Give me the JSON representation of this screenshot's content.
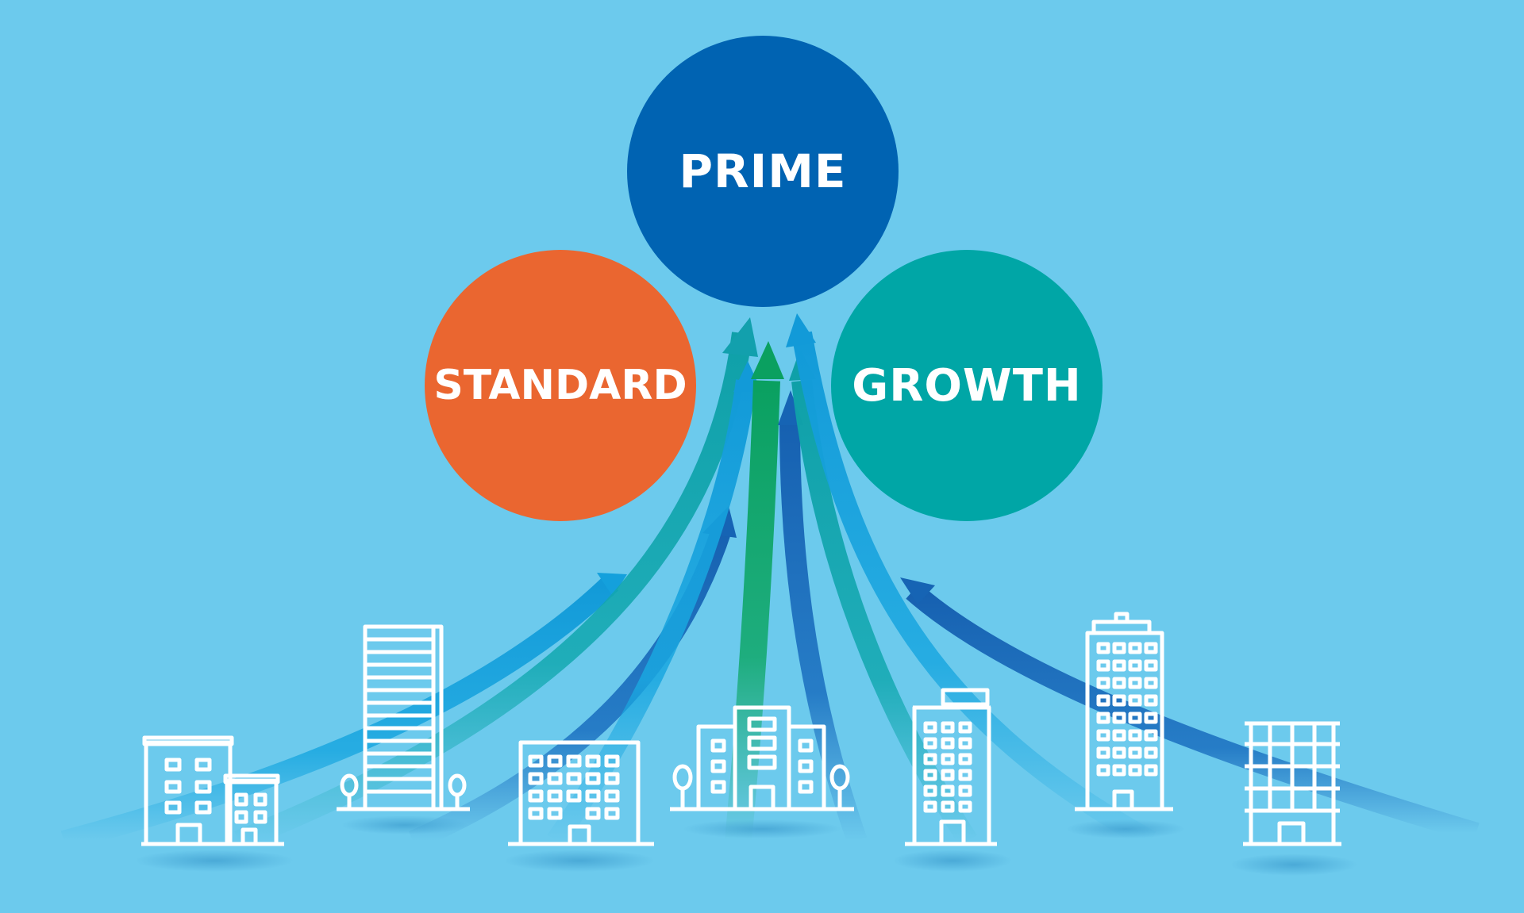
{
  "segments": {
    "prime": {
      "label": "PRIME",
      "color": "#0063b2"
    },
    "standard": {
      "label": "STANDARD",
      "color": "#ea6630"
    },
    "growth": {
      "label": "GROWTH",
      "color": "#00a6a6"
    }
  },
  "colors": {
    "background": "#6ccaed",
    "arrow_dark_blue": "#1a6fc0",
    "arrow_blue": "#1aa7e0",
    "arrow_teal": "#12a8b0",
    "arrow_green": "#10a86a",
    "building_stroke": "#ffffff",
    "shadow": "#3f9fd0"
  },
  "buildings": [
    {
      "name": "building-small-office-icon"
    },
    {
      "name": "building-tall-tower-icon"
    },
    {
      "name": "building-wide-office-icon"
    },
    {
      "name": "building-center-office-icon"
    },
    {
      "name": "building-mid-tower-icon"
    },
    {
      "name": "building-right-tower-icon"
    },
    {
      "name": "building-stacked-floors-icon"
    }
  ]
}
